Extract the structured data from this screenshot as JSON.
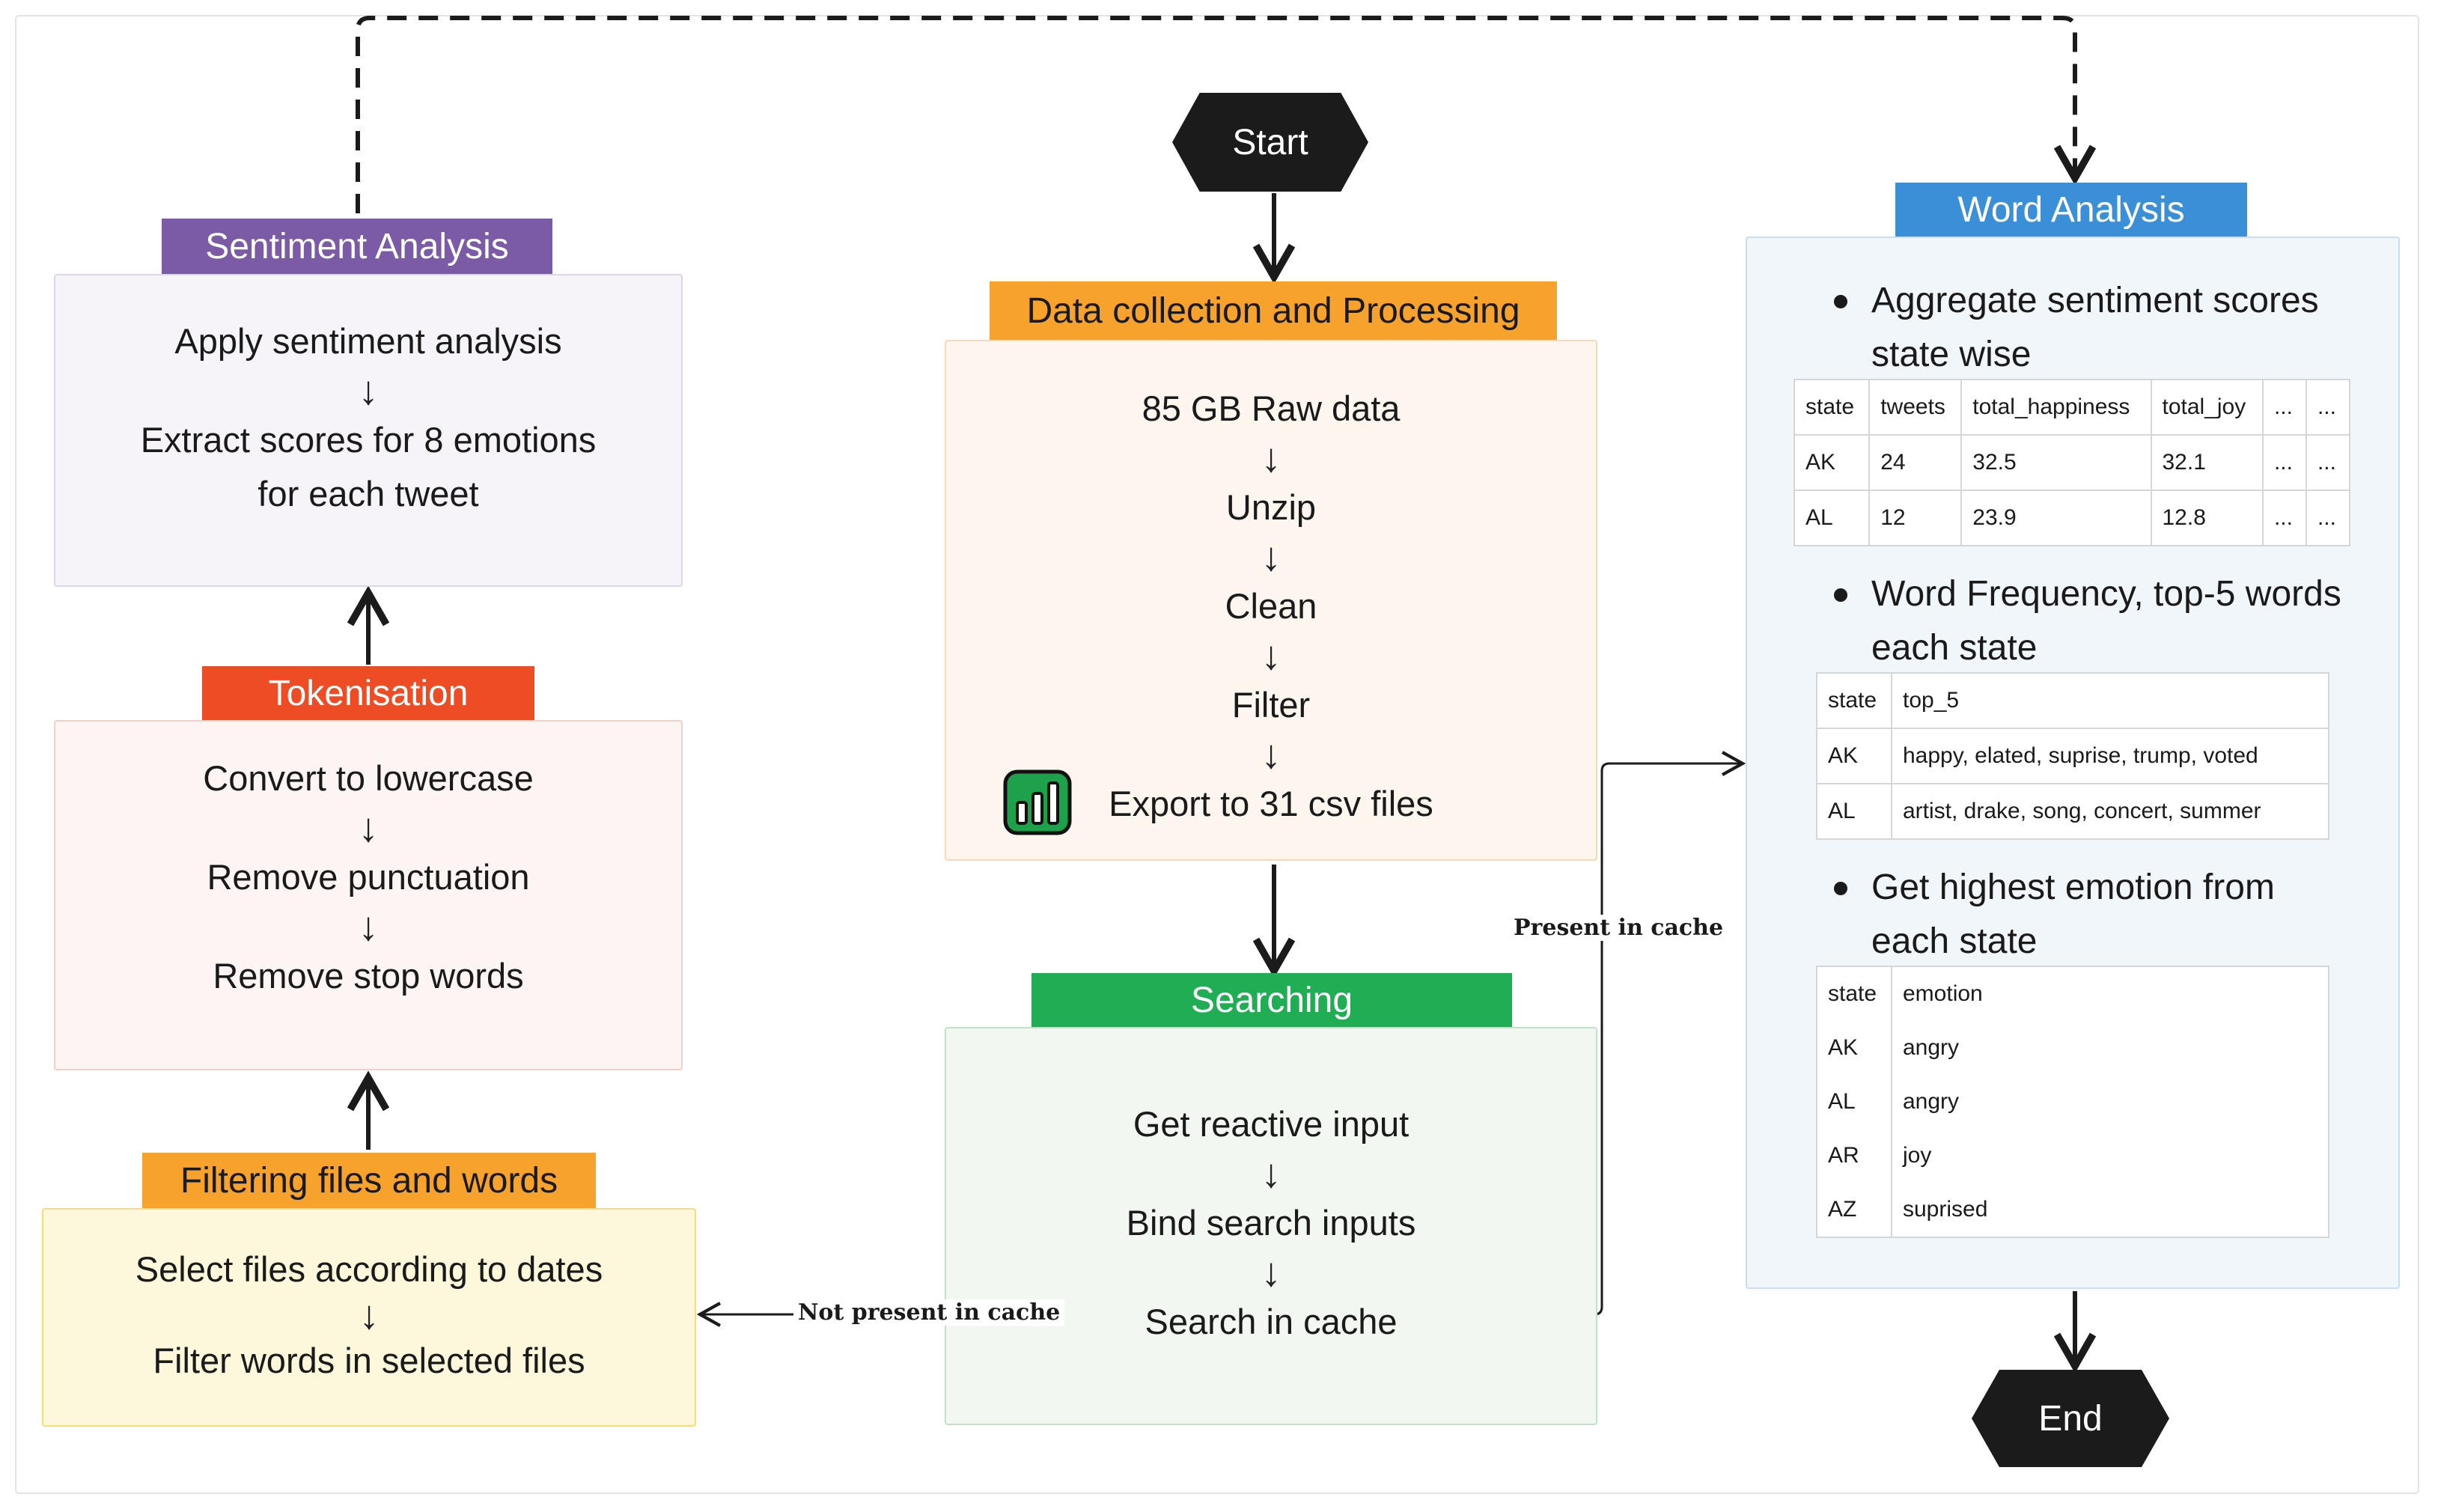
{
  "start": "Start",
  "end": "End",
  "data_collection": {
    "title": "Data collection and Processing",
    "steps": [
      "85 GB Raw data",
      "Unzip",
      "Clean",
      "Filter",
      "Export to 31 csv files"
    ]
  },
  "searching": {
    "title": "Searching",
    "steps": [
      "Get reactive input",
      "Bind search inputs",
      "Search in cache"
    ]
  },
  "sentiment": {
    "title": "Sentiment Analysis",
    "step1": "Apply sentiment analysis",
    "step2_line1": "Extract scores for 8 emotions",
    "step2_line2": "for each tweet"
  },
  "tokenisation": {
    "title": "Tokenisation",
    "steps": [
      "Convert to lowercase",
      "Remove punctuation",
      "Remove stop words"
    ]
  },
  "filtering": {
    "title": "Filtering files and words",
    "steps": [
      "Select files according to dates",
      "Filter words in selected files"
    ]
  },
  "word_analysis": {
    "title": "Word Analysis",
    "b1_line1": "Aggregate sentiment scores",
    "b1_line2": "state wise",
    "b2_line1": "Word Frequency, top-5 words",
    "b2_line2": "each state",
    "b3_line1": "Get highest emotion from",
    "b3_line2": "each state",
    "table1": {
      "headers": [
        "state",
        "tweets",
        "total_happiness",
        "total_joy",
        "...",
        "..."
      ],
      "rows": [
        [
          "AK",
          "24",
          "32.5",
          "32.1",
          "...",
          "..."
        ],
        [
          "AL",
          "12",
          "23.9",
          "12.8",
          "...",
          "..."
        ]
      ]
    },
    "table2": {
      "headers": [
        "state",
        "top_5"
      ],
      "rows": [
        [
          "AK",
          "happy, elated, suprise, trump, voted"
        ],
        [
          "AL",
          "artist, drake, song, concert, summer"
        ]
      ]
    },
    "table3": {
      "headers": [
        "state",
        "emotion"
      ],
      "rows": [
        [
          "AK",
          "angry"
        ],
        [
          "AL",
          "angry"
        ],
        [
          "AR",
          "joy"
        ],
        [
          "AZ",
          "suprised"
        ]
      ]
    }
  },
  "edges": {
    "present": "Present in cache",
    "not_present": "Not present in cache"
  },
  "arrow_glyph": "↓",
  "colors": {
    "purple": "#7b5aa6",
    "red": "#ee4c24",
    "orange": "#f7a22c",
    "green": "#20ad54",
    "blue": "#3b8fd6",
    "dark": "#1b1b1b"
  },
  "icons": [
    "bar-chart-icon"
  ]
}
